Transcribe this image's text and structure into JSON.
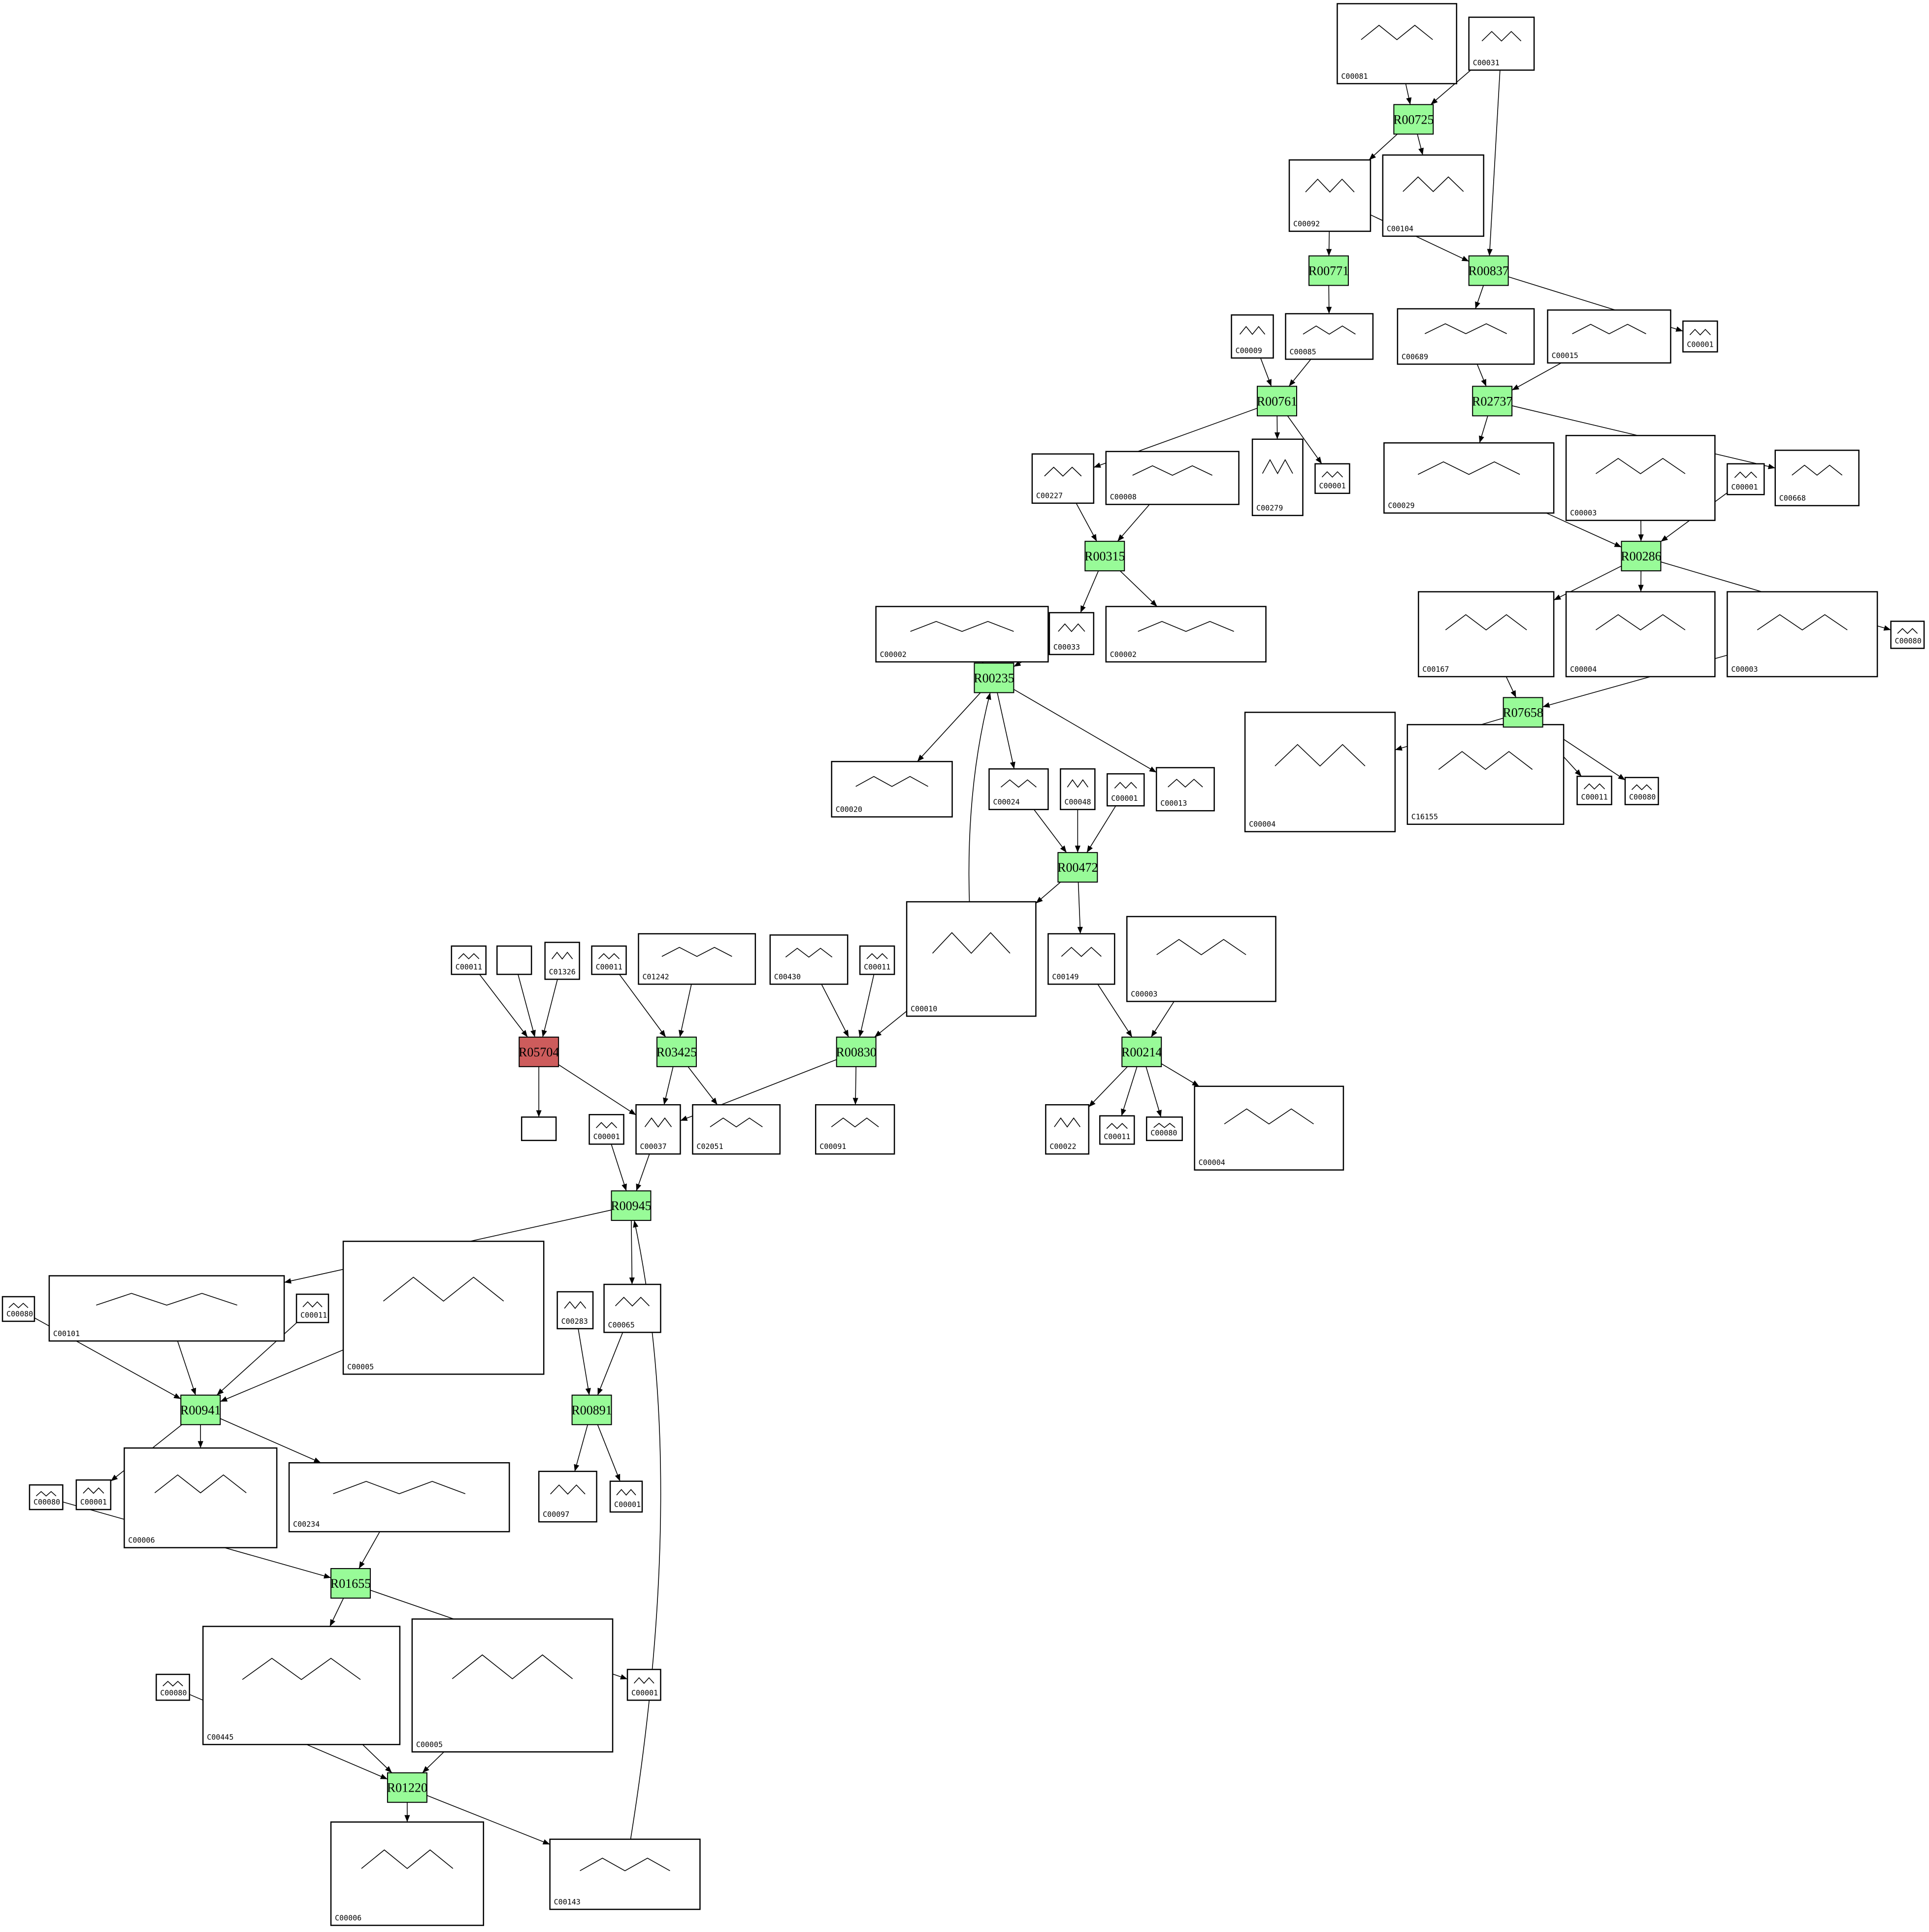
{
  "colors": {
    "reaction_default": "#98fb98",
    "reaction_highlight": "#cd5c5c",
    "edge": "#000000"
  },
  "compounds": [
    {
      "key": "c00081",
      "id": "C00081"
    },
    {
      "key": "c00031",
      "id": "C00031"
    },
    {
      "key": "c00092",
      "id": "C00092"
    },
    {
      "key": "c00104",
      "id": "C00104"
    },
    {
      "key": "c00009",
      "id": "C00009"
    },
    {
      "key": "c00085",
      "id": "C00085"
    },
    {
      "key": "c00689",
      "id": "C00689"
    },
    {
      "key": "c00015",
      "id": "C00015"
    },
    {
      "key": "c00001_a",
      "id": "C00001"
    },
    {
      "key": "c00227",
      "id": "C00227"
    },
    {
      "key": "c00008",
      "id": "C00008"
    },
    {
      "key": "c00279",
      "id": "C00279"
    },
    {
      "key": "c00001_b",
      "id": "C00001"
    },
    {
      "key": "c00029",
      "id": "C00029"
    },
    {
      "key": "c00003_a",
      "id": "C00003"
    },
    {
      "key": "c00001_c",
      "id": "C00001"
    },
    {
      "key": "c00668",
      "id": "C00668"
    },
    {
      "key": "c00002_a",
      "id": "C00002"
    },
    {
      "key": "c00033",
      "id": "C00033"
    },
    {
      "key": "c00002_b",
      "id": "C00002"
    },
    {
      "key": "c00167",
      "id": "C00167"
    },
    {
      "key": "c00004_a",
      "id": "C00004"
    },
    {
      "key": "c00003_b",
      "id": "C00003"
    },
    {
      "key": "c00080_a",
      "id": "C00080"
    },
    {
      "key": "c00020",
      "id": "C00020"
    },
    {
      "key": "c00024",
      "id": "C00024"
    },
    {
      "key": "c00048",
      "id": "C00048"
    },
    {
      "key": "c00001_d",
      "id": "C00001"
    },
    {
      "key": "c00013",
      "id": "C00013"
    },
    {
      "key": "c00004_b",
      "id": "C00004"
    },
    {
      "key": "c16155",
      "id": "C16155"
    },
    {
      "key": "c00011_a",
      "id": "C00011"
    },
    {
      "key": "c00080_b",
      "id": "C00080"
    },
    {
      "key": "c00010",
      "id": "C00010"
    },
    {
      "key": "c00149",
      "id": "C00149"
    },
    {
      "key": "c00003_c",
      "id": "C00003"
    },
    {
      "key": "c00011_b",
      "id": "C00011"
    },
    {
      "key": "blank_a",
      "id": ""
    },
    {
      "key": "c01326",
      "id": "C01326"
    },
    {
      "key": "c00011_c",
      "id": "C00011"
    },
    {
      "key": "c01242",
      "id": "C01242"
    },
    {
      "key": "c00430",
      "id": "C00430"
    },
    {
      "key": "c00011_d",
      "id": "C00011"
    },
    {
      "key": "blank_b",
      "id": ""
    },
    {
      "key": "c00037",
      "id": "C00037"
    },
    {
      "key": "c02051",
      "id": "C02051"
    },
    {
      "key": "c00001_e",
      "id": "C00001"
    },
    {
      "key": "c00091",
      "id": "C00091"
    },
    {
      "key": "c00022",
      "id": "C00022"
    },
    {
      "key": "c00011_e",
      "id": "C00011"
    },
    {
      "key": "c00080_c",
      "id": "C00080"
    },
    {
      "key": "c00004_c",
      "id": "C00004"
    },
    {
      "key": "c00080_d",
      "id": "C00080"
    },
    {
      "key": "c00101",
      "id": "C00101"
    },
    {
      "key": "c00011_f",
      "id": "C00011"
    },
    {
      "key": "c00005_a",
      "id": "C00005"
    },
    {
      "key": "c00283",
      "id": "C00283"
    },
    {
      "key": "c00065",
      "id": "C00065"
    },
    {
      "key": "c00001_f",
      "id": "C00001"
    },
    {
      "key": "c00006_a",
      "id": "C00006"
    },
    {
      "key": "c00234",
      "id": "C00234"
    },
    {
      "key": "c00080_e",
      "id": "C00080"
    },
    {
      "key": "c00097",
      "id": "C00097"
    },
    {
      "key": "c00001_g",
      "id": "C00001"
    },
    {
      "key": "c00445",
      "id": "C00445"
    },
    {
      "key": "c00005_b",
      "id": "C00005"
    },
    {
      "key": "c00001_h",
      "id": "C00001"
    },
    {
      "key": "c00080_f",
      "id": "C00080"
    },
    {
      "key": "c00006_b",
      "id": "C00006"
    },
    {
      "key": "c00143",
      "id": "C00143"
    }
  ],
  "reactions": [
    {
      "key": "R00725",
      "label": "R00725",
      "status": "default",
      "in": [
        "c00081",
        "c00031"
      ],
      "out": [
        "c00092",
        "c00104"
      ]
    },
    {
      "key": "R00771",
      "label": "R00771",
      "status": "default",
      "in": [
        "c00092"
      ],
      "out": [
        "c00085"
      ]
    },
    {
      "key": "R00837",
      "label": "R00837",
      "status": "default",
      "in": [
        "c00092",
        "c00031"
      ],
      "out": [
        "c00689",
        "c00001_a"
      ]
    },
    {
      "key": "R00761",
      "label": "R00761",
      "status": "default",
      "in": [
        "c00009",
        "c00085"
      ],
      "out": [
        "c00227",
        "c00279",
        "c00001_b"
      ]
    },
    {
      "key": "R02737",
      "label": "R02737",
      "status": "default",
      "in": [
        "c00689",
        "c00015"
      ],
      "out": [
        "c00029",
        "c00668"
      ]
    },
    {
      "key": "R00315",
      "label": "R00315",
      "status": "default",
      "in": [
        "c00227",
        "c00008"
      ],
      "out": [
        "c00033",
        "c00002_b"
      ]
    },
    {
      "key": "R00286",
      "label": "R00286",
      "status": "default",
      "in": [
        "c00029",
        "c00003_a",
        "c00001_c"
      ],
      "out": [
        "c00167",
        "c00004_a",
        "c00080_a"
      ]
    },
    {
      "key": "R00235",
      "label": "R00235",
      "status": "default",
      "in": [
        "c00002_a",
        "c00033",
        "c00010"
      ],
      "out": [
        "c00020",
        "c00024",
        "c00013"
      ]
    },
    {
      "key": "R07658",
      "label": "R07658",
      "status": "default",
      "in": [
        "c00167",
        "c00003_b"
      ],
      "out": [
        "c00004_b",
        "c16155",
        "c00011_a",
        "c00080_b"
      ]
    },
    {
      "key": "R00472",
      "label": "R00472",
      "status": "default",
      "in": [
        "c00024",
        "c00048",
        "c00001_d"
      ],
      "out": [
        "c00010",
        "c00149"
      ]
    },
    {
      "key": "R00214",
      "label": "R00214",
      "status": "default",
      "in": [
        "c00149",
        "c00003_c"
      ],
      "out": [
        "c00022",
        "c00011_e",
        "c00080_c",
        "c00004_c"
      ]
    },
    {
      "key": "R05704",
      "label": "R05704",
      "status": "highlight",
      "in": [
        "c00011_b",
        "blank_a",
        "c01326"
      ],
      "out": [
        "blank_b",
        "c00037"
      ]
    },
    {
      "key": "R03425",
      "label": "R03425",
      "status": "default",
      "in": [
        "c00011_c",
        "c01242"
      ],
      "out": [
        "c00037",
        "c02051"
      ]
    },
    {
      "key": "R00830",
      "label": "R00830",
      "status": "default",
      "in": [
        "c00430",
        "c00011_d",
        "c00010"
      ],
      "out": [
        "c00037",
        "c00091"
      ]
    },
    {
      "key": "R00945",
      "label": "R00945",
      "status": "default",
      "in": [
        "c00001_e",
        "c00037",
        "c00143"
      ],
      "out": [
        "c00101",
        "c00065"
      ]
    },
    {
      "key": "R00941",
      "label": "R00941",
      "status": "default",
      "in": [
        "c00080_d",
        "c00101",
        "c00011_f",
        "c00005_a"
      ],
      "out": [
        "c00001_f",
        "c00006_a",
        "c00234"
      ]
    },
    {
      "key": "R00891",
      "label": "R00891",
      "status": "default",
      "in": [
        "c00283",
        "c00065"
      ],
      "out": [
        "c00097",
        "c00001_g"
      ]
    },
    {
      "key": "R01655",
      "label": "R01655",
      "status": "default",
      "in": [
        "c00080_e",
        "c00234"
      ],
      "out": [
        "c00445",
        "c00001_h"
      ]
    },
    {
      "key": "R01220",
      "label": "R01220",
      "status": "default",
      "in": [
        "c00080_f",
        "c00445",
        "c00005_b"
      ],
      "out": [
        "c00006_b",
        "c00143"
      ]
    }
  ]
}
